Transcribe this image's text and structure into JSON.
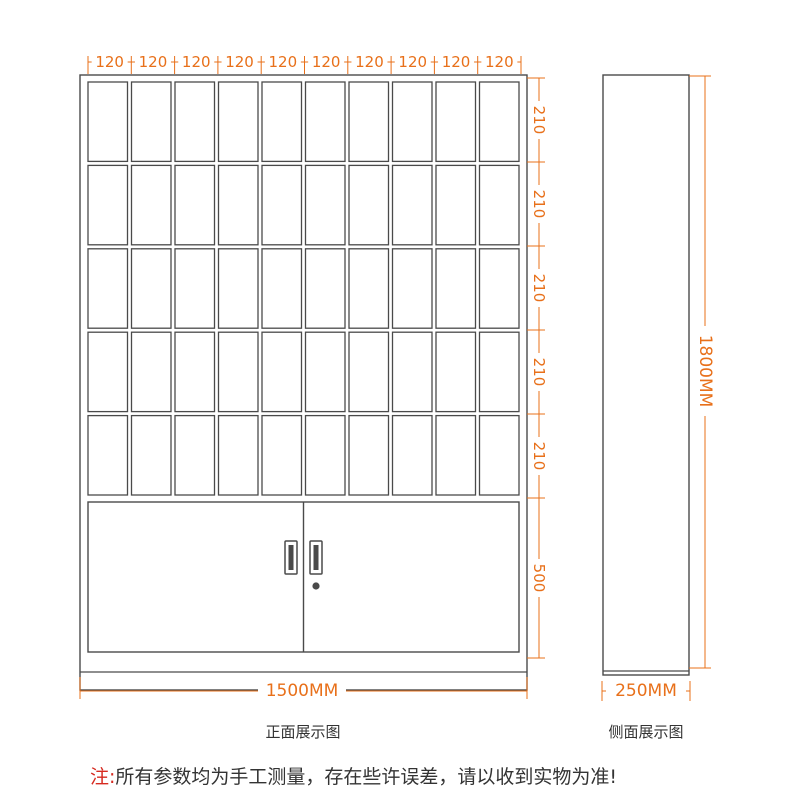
{
  "colors": {
    "dimension": "#e8701a",
    "cabinet_line": "#4a4a4a",
    "note_label": "#d62a20",
    "text": "#333333"
  },
  "front": {
    "column_widths": [
      "120",
      "120",
      "120",
      "120",
      "120",
      "120",
      "120",
      "120",
      "120",
      "120"
    ],
    "row_heights": [
      "210",
      "210",
      "210",
      "210",
      "210"
    ],
    "lower_height": "500",
    "total_width": "1500MM",
    "caption": "正面展示图",
    "locker_rows": 5,
    "locker_columns": 10
  },
  "side": {
    "height": "1800MM",
    "depth": "250MM",
    "caption": "侧面展示图"
  },
  "note": {
    "label": "注:",
    "text": "所有参数均为手工测量，存在些许误差，请以收到实物为准!"
  }
}
